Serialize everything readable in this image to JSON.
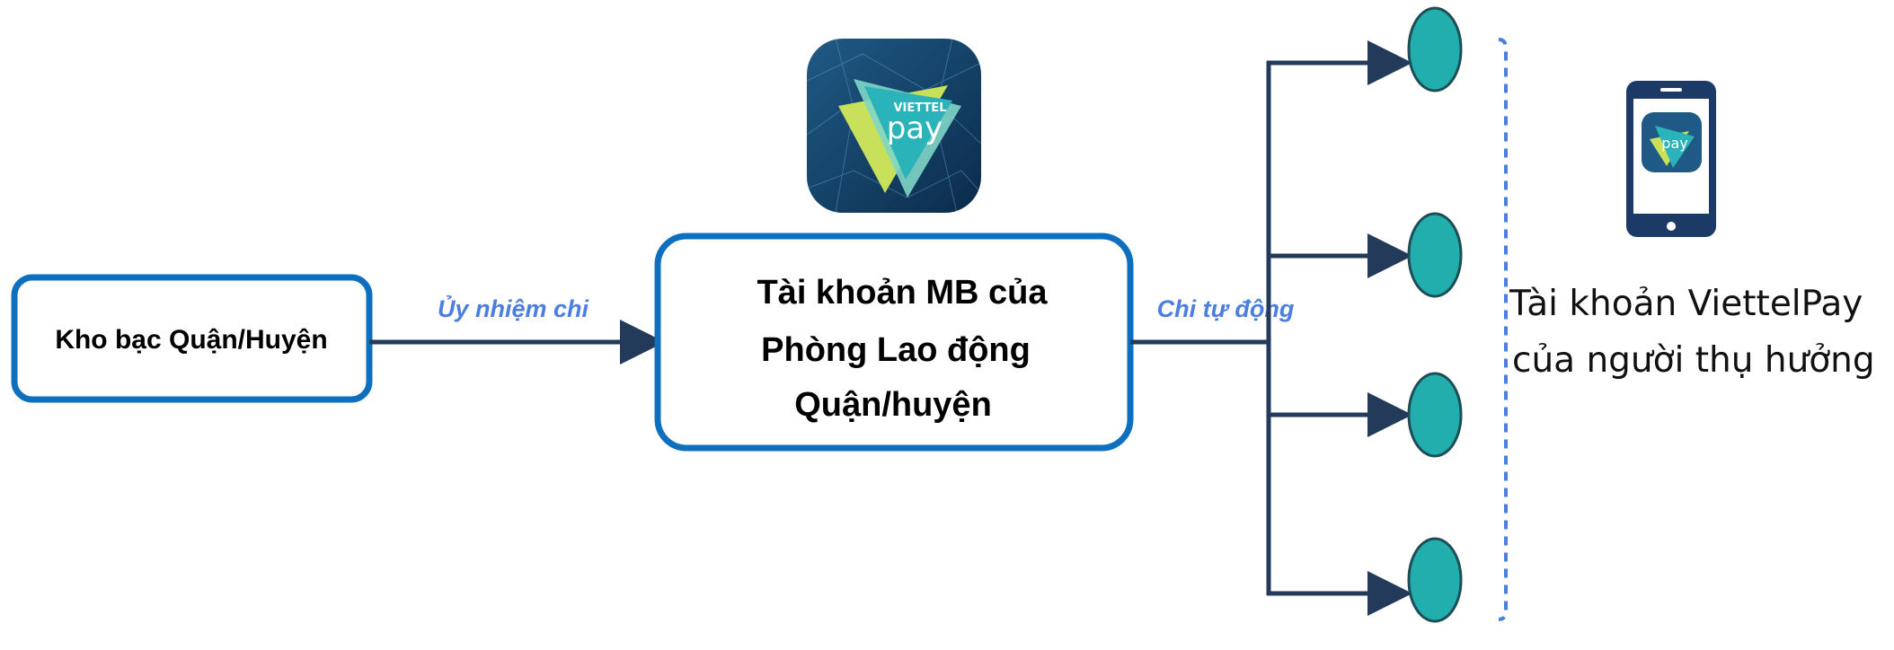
{
  "nodes": {
    "source": {
      "label": "Kho bạc Quận/Huyện"
    },
    "center": {
      "lines": [
        "Tài khoản MB của",
        "Phòng Lao động",
        "Quận/huyện"
      ]
    }
  },
  "edges": {
    "source_to_center": {
      "label": "Ủy nhiệm chi"
    },
    "center_to_recipients": {
      "label": "Chi tự động"
    }
  },
  "logo": {
    "brand_top": "VIETTEL",
    "brand_main": "pay",
    "icon": "viettelpay-logo-icon"
  },
  "recipients": {
    "count": 4
  },
  "side_note": {
    "lines": [
      "Tài khoản ViettelPay",
      "của người thụ hưởng"
    ],
    "icon": "smartphone-icon"
  },
  "colors": {
    "box_border": "#0f6fbf",
    "line": "#243a5a",
    "recipient_fill": "#23aeae",
    "recipient_stroke": "#1d4e56",
    "edge_label": "#4a7fe0",
    "bracket": "#4a7fe0",
    "phone": "#1b3a66"
  }
}
